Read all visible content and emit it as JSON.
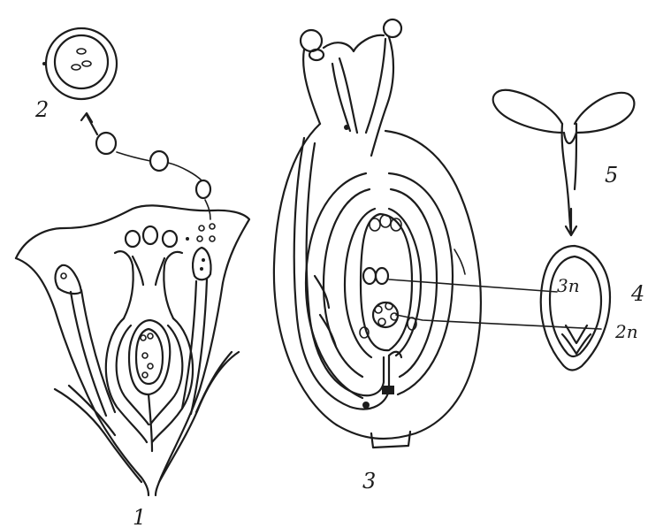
{
  "labels": {
    "fig1": "1",
    "fig2": "2",
    "fig3": "3",
    "fig4": "4",
    "fig5": "5",
    "ploidy_endosperm": "3n",
    "ploidy_embryo": "2n"
  }
}
